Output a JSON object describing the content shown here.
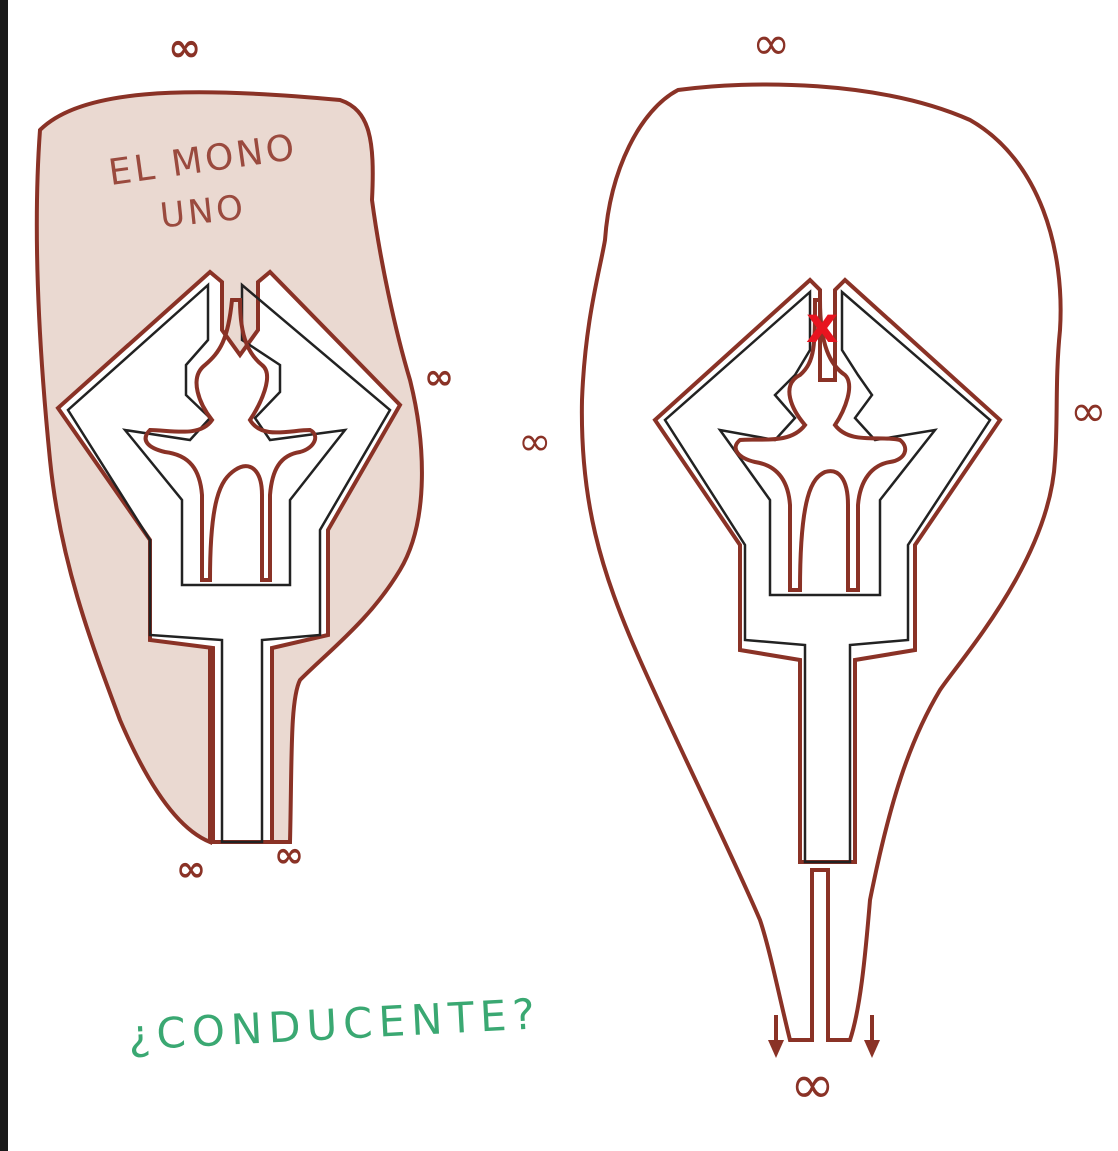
{
  "colors": {
    "paper": "#ffffff",
    "outline_brown": "#8a3226",
    "fill_brown": "#d9b9ac",
    "inner_black": "#222222",
    "marker_red": "#e8141f",
    "question_green": "#3aa872"
  },
  "left_figure": {
    "title_line1": "EL MONO",
    "title_line2": "UNO",
    "symbol": "∞"
  },
  "right_figure": {
    "symbol": "∞",
    "marker": "x"
  },
  "question": "¿CONDUCENTE?"
}
